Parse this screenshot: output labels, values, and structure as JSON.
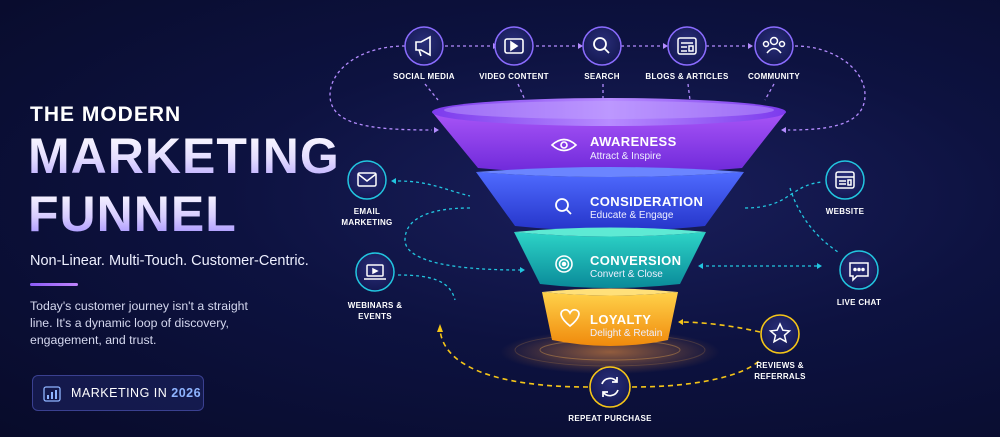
{
  "header": {
    "line1": "THE MODERN",
    "line2": "MARKETING",
    "line3": "FUNNEL",
    "tagline": "Non-Linear. Multi-Touch. Customer-Centric.",
    "description": "Today's customer journey isn't a straight line. It's a dynamic loop of discovery, engagement, and trust."
  },
  "badge": {
    "label": "MARKETING IN",
    "year": "2026",
    "icon": "chart-icon"
  },
  "channels": [
    {
      "label": "SOCIAL MEDIA",
      "icon": "megaphone-icon"
    },
    {
      "label": "VIDEO CONTENT",
      "icon": "video-icon"
    },
    {
      "label": "SEARCH",
      "icon": "search-icon"
    },
    {
      "label": "BLOGS & ARTICLES",
      "icon": "article-icon"
    },
    {
      "label": "COMMUNITY",
      "icon": "community-icon"
    }
  ],
  "stages": [
    {
      "title": "AWARENESS",
      "subtitle": "Attract & Inspire",
      "icon": "eye-icon",
      "color": "#8a3cf2"
    },
    {
      "title": "CONSIDERATION",
      "subtitle": "Educate & Engage",
      "icon": "magnifier-icon",
      "color": "#2f4ee8"
    },
    {
      "title": "CONVERSION",
      "subtitle": "Convert & Close",
      "icon": "target-icon",
      "color": "#10a6b4"
    },
    {
      "title": "LOYALTY",
      "subtitle": "Delight & Retain",
      "icon": "heart-icon",
      "color": "#f5a314"
    }
  ],
  "side_nodes": {
    "email": {
      "line1": "EMAIL",
      "line2": "MARKETING",
      "icon": "mail-icon"
    },
    "webinars": {
      "line1": "WEBINARS &",
      "line2": "EVENTS",
      "icon": "laptop-icon"
    },
    "website": {
      "line1": "WEBSITE",
      "icon": "browser-icon"
    },
    "live_chat": {
      "line1": "LIVE CHAT",
      "icon": "chat-icon"
    },
    "reviews": {
      "line1": "REVIEWS &",
      "line2": "REFERRALS",
      "icon": "star-icon"
    },
    "repeat": {
      "line1": "REPEAT PURCHASE",
      "icon": "refresh-icon"
    }
  },
  "colors": {
    "background": "#0b0f33",
    "accent_purple": "#8a3cf2",
    "accent_cyan": "#22c6e0",
    "accent_yellow": "#f5c518"
  }
}
